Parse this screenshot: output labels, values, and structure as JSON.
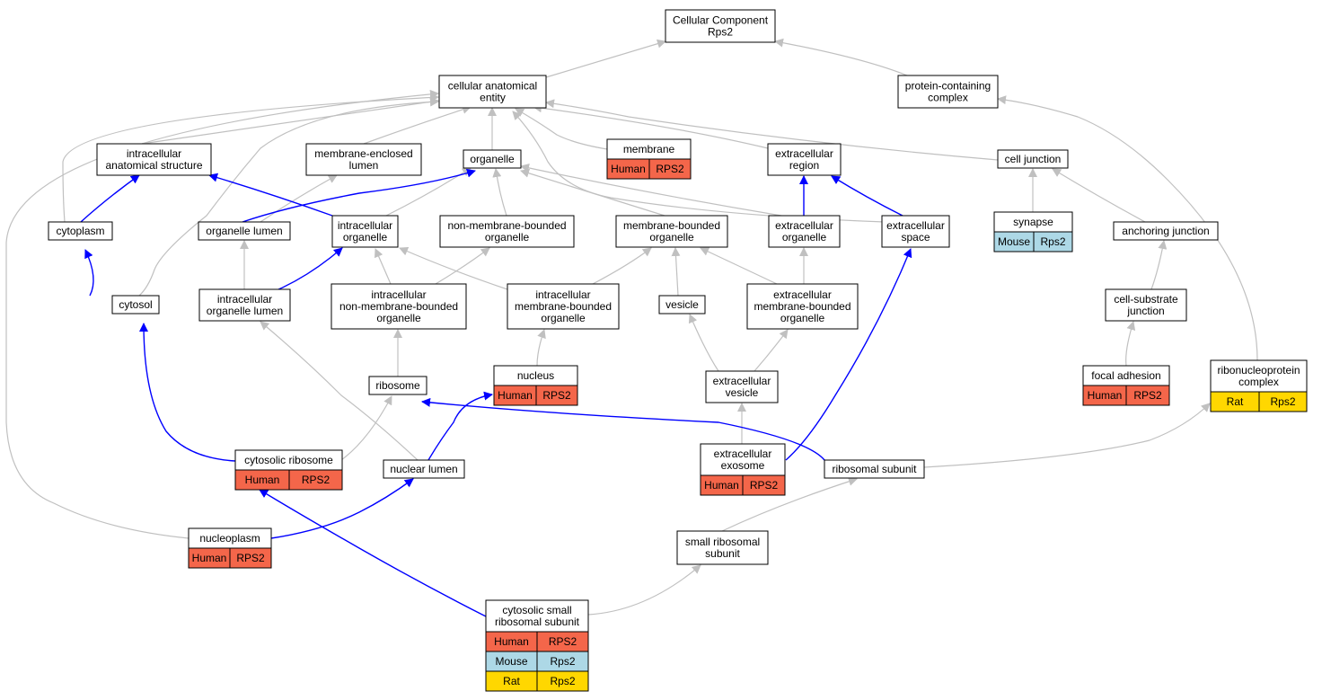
{
  "colors": {
    "edge_gray": "#c0c0c0",
    "edge_blue": "#0000ff",
    "node_border": "#000000",
    "Human": "#f4664a",
    "Mouse": "#add8e6",
    "Rat": "#ffd700"
  },
  "nodes": [
    {
      "id": "root",
      "lines": [
        "Cellular Component",
        "Rps2"
      ]
    },
    {
      "id": "cae",
      "lines": [
        "cellular anatomical",
        "entity"
      ]
    },
    {
      "id": "pcc",
      "lines": [
        "protein-containing",
        "complex"
      ]
    },
    {
      "id": "ias",
      "lines": [
        "intracellular",
        "anatomical structure"
      ]
    },
    {
      "id": "mel",
      "lines": [
        "membrane-enclosed",
        "lumen"
      ]
    },
    {
      "id": "org",
      "lines": [
        "organelle"
      ]
    },
    {
      "id": "mem",
      "lines": [
        "membrane"
      ],
      "rows": [
        {
          "species": "Human",
          "gene": "RPS2"
        }
      ]
    },
    {
      "id": "ecr",
      "lines": [
        "extracellular",
        "region"
      ]
    },
    {
      "id": "cj",
      "lines": [
        "cell junction"
      ]
    },
    {
      "id": "cyto",
      "lines": [
        "cytoplasm"
      ]
    },
    {
      "id": "orl",
      "lines": [
        "organelle lumen"
      ]
    },
    {
      "id": "io",
      "lines": [
        "intracellular",
        "organelle"
      ]
    },
    {
      "id": "nmbo",
      "lines": [
        "non-membrane-bounded",
        "organelle"
      ]
    },
    {
      "id": "mbo",
      "lines": [
        "membrane-bounded",
        "organelle"
      ]
    },
    {
      "id": "eco",
      "lines": [
        "extracellular",
        "organelle"
      ]
    },
    {
      "id": "ecs",
      "lines": [
        "extracellular",
        "space"
      ]
    },
    {
      "id": "syn",
      "lines": [
        "synapse"
      ],
      "rows": [
        {
          "species": "Mouse",
          "gene": "Rps2"
        }
      ]
    },
    {
      "id": "aj",
      "lines": [
        "anchoring junction"
      ]
    },
    {
      "id": "cytosol",
      "lines": [
        "cytosol"
      ]
    },
    {
      "id": "iol",
      "lines": [
        "intracellular",
        "organelle lumen"
      ]
    },
    {
      "id": "inmbo",
      "lines": [
        "intracellular",
        "non-membrane-bounded",
        "organelle"
      ]
    },
    {
      "id": "imbo",
      "lines": [
        "intracellular",
        "membrane-bounded",
        "organelle"
      ]
    },
    {
      "id": "ves",
      "lines": [
        "vesicle"
      ]
    },
    {
      "id": "ecmbo",
      "lines": [
        "extracellular",
        "membrane-bounded",
        "organelle"
      ]
    },
    {
      "id": "csj",
      "lines": [
        "cell-substrate",
        "junction"
      ]
    },
    {
      "id": "ribo",
      "lines": [
        "ribosome"
      ]
    },
    {
      "id": "nuc",
      "lines": [
        "nucleus"
      ],
      "rows": [
        {
          "species": "Human",
          "gene": "RPS2"
        }
      ]
    },
    {
      "id": "ecv",
      "lines": [
        "extracellular",
        "vesicle"
      ]
    },
    {
      "id": "fa",
      "lines": [
        "focal adhesion"
      ],
      "rows": [
        {
          "species": "Human",
          "gene": "RPS2"
        }
      ]
    },
    {
      "id": "rnp",
      "lines": [
        "ribonucleoprotein",
        "complex"
      ],
      "rows": [
        {
          "species": "Rat",
          "gene": "Rps2"
        }
      ]
    },
    {
      "id": "cr",
      "lines": [
        "cytosolic ribosome"
      ],
      "rows": [
        {
          "species": "Human",
          "gene": "RPS2"
        }
      ]
    },
    {
      "id": "nl",
      "lines": [
        "nuclear lumen"
      ]
    },
    {
      "id": "ece",
      "lines": [
        "extracellular",
        "exosome"
      ],
      "rows": [
        {
          "species": "Human",
          "gene": "RPS2"
        }
      ]
    },
    {
      "id": "rs",
      "lines": [
        "ribosomal subunit"
      ]
    },
    {
      "id": "np",
      "lines": [
        "nucleoplasm"
      ],
      "rows": [
        {
          "species": "Human",
          "gene": "RPS2"
        }
      ]
    },
    {
      "id": "srs",
      "lines": [
        "small ribosomal",
        "subunit"
      ]
    },
    {
      "id": "csrs",
      "lines": [
        "cytosolic small",
        "ribosomal subunit"
      ],
      "rows": [
        {
          "species": "Human",
          "gene": "RPS2"
        },
        {
          "species": "Mouse",
          "gene": "Rps2"
        },
        {
          "species": "Rat",
          "gene": "Rps2"
        }
      ]
    }
  ]
}
